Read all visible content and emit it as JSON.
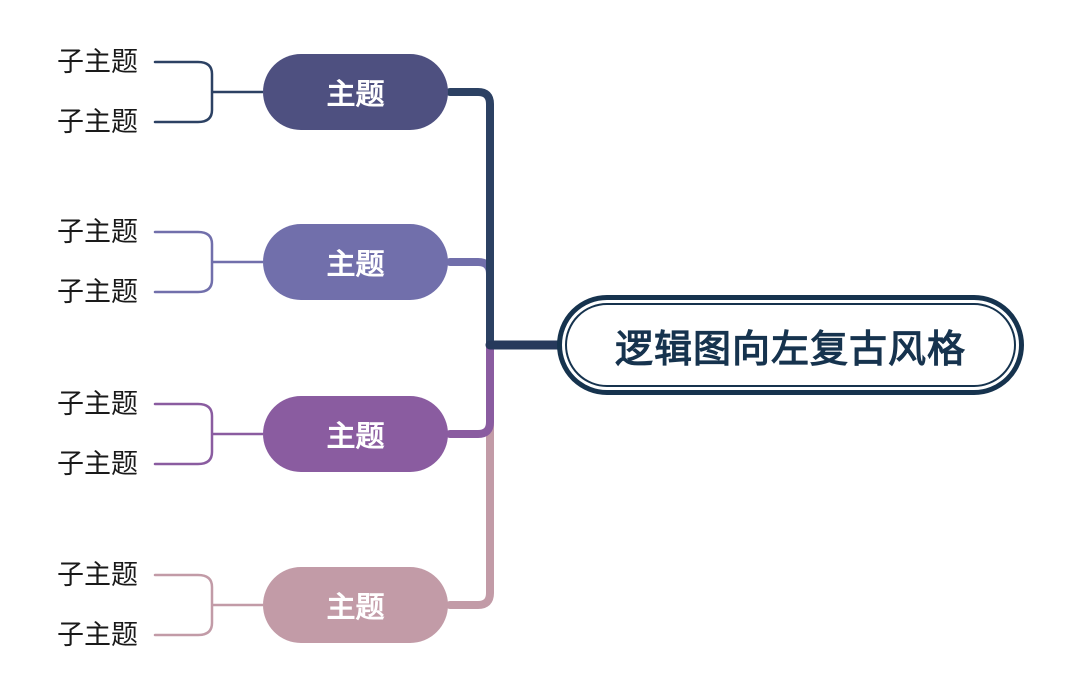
{
  "diagram": {
    "title": "逻辑图向左复古风格",
    "type": "mindmap-logic-left"
  },
  "root": {
    "label": "逻辑图向左复古风格",
    "border_color": "#16334e",
    "text_color": "#16334e",
    "fill": "#ffffff"
  },
  "connector": {
    "trunk_color": "#26395c"
  },
  "branches": [
    {
      "label": "主题",
      "color": "#4e5080",
      "line_color": "#2c4163",
      "text_color": "#ffffff",
      "subtopics": [
        {
          "label": "子主题"
        },
        {
          "label": "子主题"
        }
      ]
    },
    {
      "label": "主题",
      "color": "#716fab",
      "line_color": "#716fab",
      "text_color": "#ffffff",
      "subtopics": [
        {
          "label": "子主题"
        },
        {
          "label": "子主题"
        }
      ]
    },
    {
      "label": "主题",
      "color": "#8a5ca0",
      "line_color": "#8a5ca0",
      "text_color": "#ffffff",
      "subtopics": [
        {
          "label": "子主题"
        },
        {
          "label": "子主题"
        }
      ]
    },
    {
      "label": "主题",
      "color": "#c29ba7",
      "line_color": "#c29ba7",
      "text_color": "#ffffff",
      "subtopics": [
        {
          "label": "子主题"
        },
        {
          "label": "子主题"
        }
      ]
    }
  ],
  "subtopic_text_color": "#1a1a1a"
}
